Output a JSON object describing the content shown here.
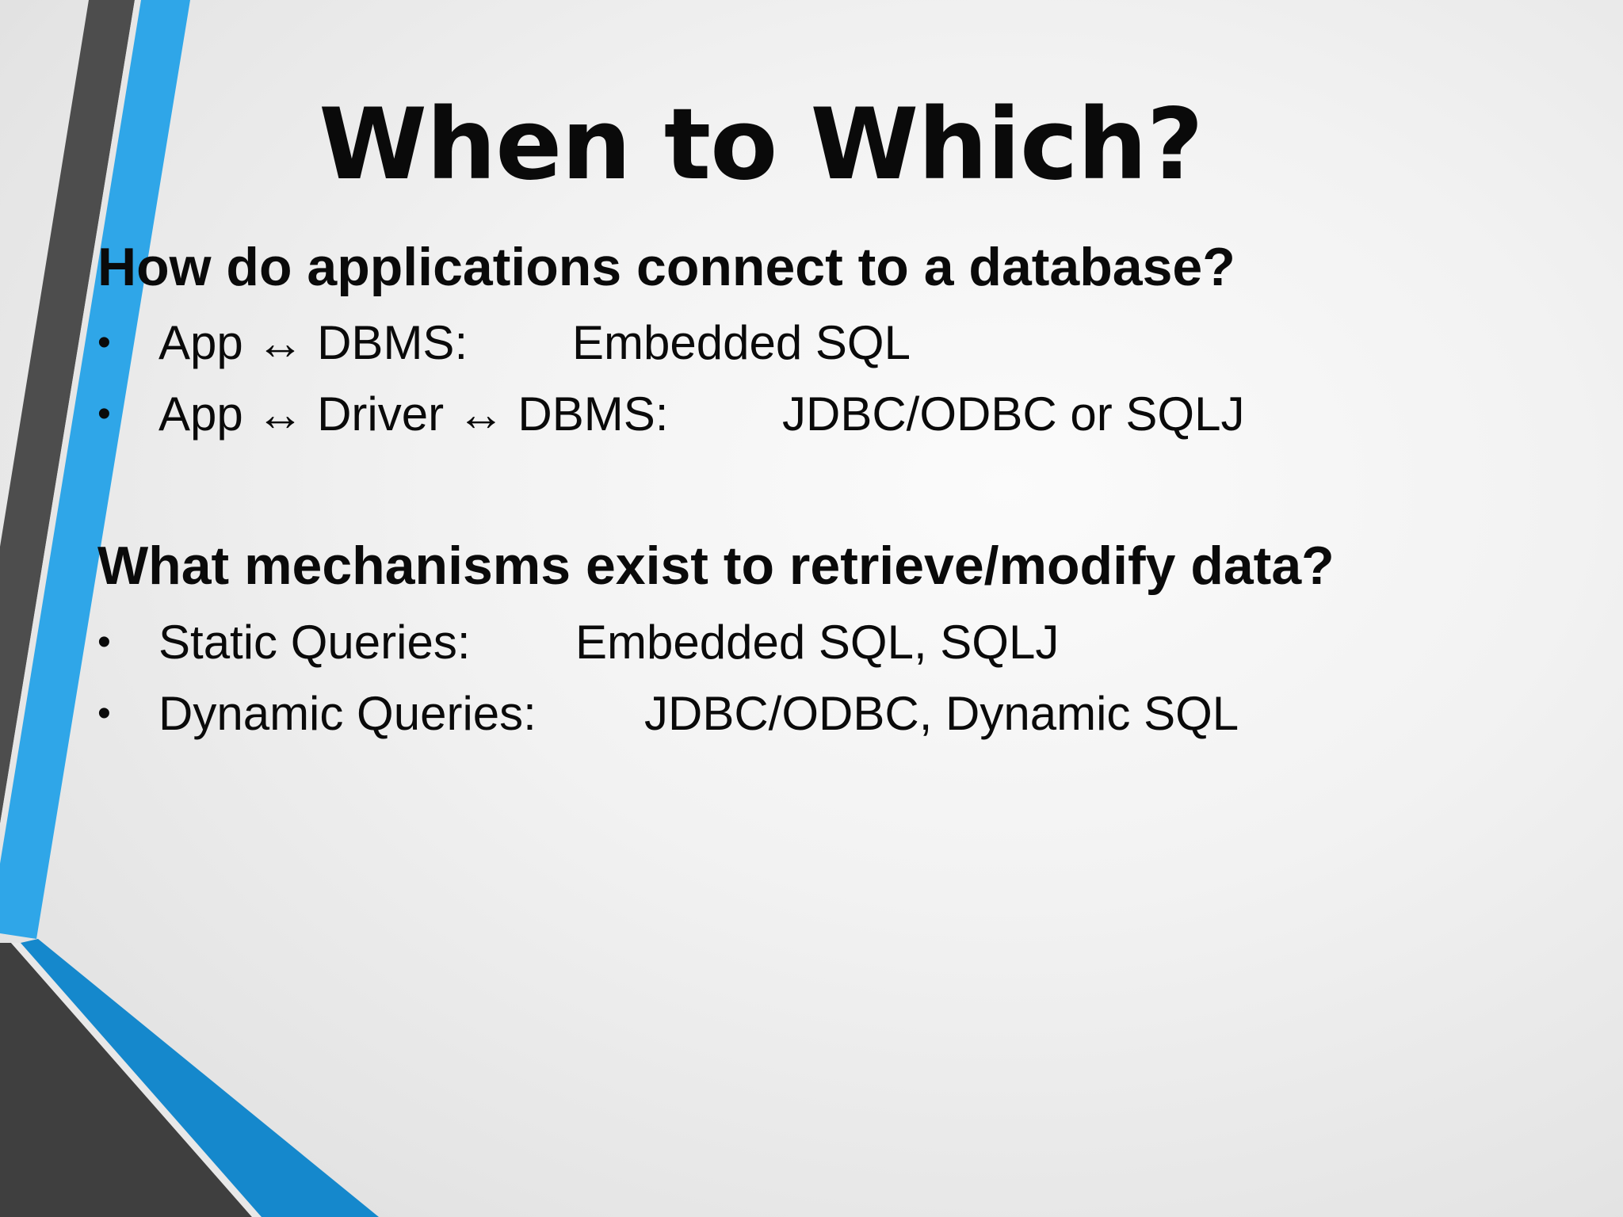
{
  "slide": {
    "title": "When to Which?",
    "sections": [
      {
        "heading": "How do applications connect to a database?",
        "bullets": [
          {
            "label": "App ↔ DBMS:",
            "value": "Embedded SQL"
          },
          {
            "label": "App ↔ Driver ↔ DBMS:",
            "value": "JDBC/ODBC or SQLJ"
          }
        ]
      },
      {
        "heading": "What mechanisms exist to retrieve/modify data?",
        "bullets": [
          {
            "label": "Static Queries:",
            "value": "Embedded SQL, SQLJ"
          },
          {
            "label": "Dynamic Queries:",
            "value": "JDBC/ODBC, Dynamic SQL"
          }
        ]
      }
    ],
    "bullet_glyph": "•"
  },
  "theme": {
    "accent_blue": "#2fa6e8",
    "accent_blue_dark": "#1588cc",
    "stripe_gray": "#4a4a4a",
    "background": "#efefef"
  }
}
